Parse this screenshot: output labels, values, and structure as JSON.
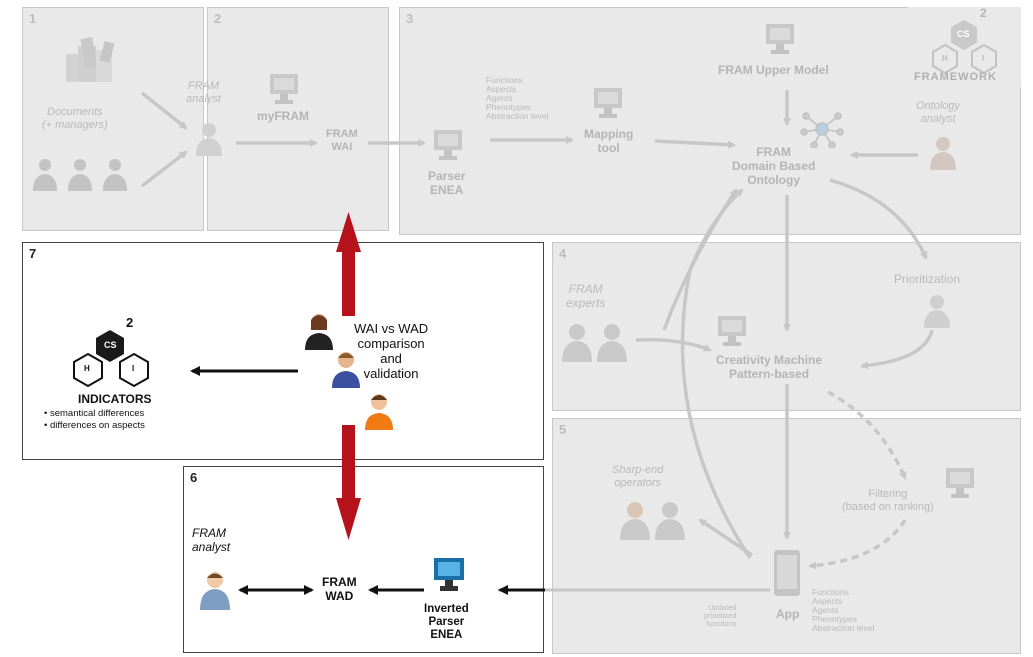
{
  "panel_numbers": {
    "p1": "1",
    "p2": "2",
    "p3": "3",
    "p4": "4",
    "p5": "5",
    "p6": "6",
    "p7": "7"
  },
  "framework": {
    "logo_center": "CS",
    "logo_left": "H",
    "logo_right": "I",
    "logo_sup": "2",
    "label": "FRAMEWORK"
  },
  "p1": {
    "documents_line1": "Documents",
    "documents_line2": "(+ managers)",
    "analyst_line1": "FRAM",
    "analyst_line2": "analyst"
  },
  "p2": {
    "myfram": "myFRAM",
    "fram_wai_line1": "FRAM",
    "fram_wai_line2": "WAI"
  },
  "p3": {
    "parser_line1": "Parser",
    "parser_line2": "ENEA",
    "attributes": [
      "Functions",
      "Aspects",
      "Agents",
      "Phenotypes",
      "Abstraction level"
    ],
    "mapping_line1": "Mapping",
    "mapping_line2": "tool",
    "upper_model": "FRAM Upper Model",
    "ontology_line1": "FRAM",
    "ontology_line2": "Domain Based",
    "ontology_line3": "Ontology",
    "ontology_analyst_line1": "Ontology",
    "ontology_analyst_line2": "analyst"
  },
  "p4": {
    "experts_line1": "FRAM",
    "experts_line2": "experts",
    "prioritization": "Prioritization",
    "creativity_line1": "Creativity Machine",
    "creativity_line2": "Pattern-based"
  },
  "p5": {
    "sharp_line1": "Sharp-end",
    "sharp_line2": "operators",
    "filtering_line1": "Filtering",
    "filtering_line2": "(based on ranking)",
    "app": "App",
    "updated_line1": "Updated",
    "updated_line2": "prioritized",
    "updated_line3": "functions",
    "app_attributes": [
      "Functions",
      "Aspects",
      "Agents",
      "Phenotypes",
      "Abstraction level"
    ]
  },
  "p6": {
    "analyst_line1": "FRAM",
    "analyst_line2": "analyst",
    "fram_wad_line1": "FRAM",
    "fram_wad_line2": "WAD",
    "inverted_line1": "Inverted",
    "inverted_line2": "Parser",
    "inverted_line3": "ENEA"
  },
  "p7": {
    "comparison_line1": "WAI vs WAD",
    "comparison_line2": "comparison",
    "comparison_line3": "and",
    "comparison_line4": "validation",
    "indicators": "INDICATORS",
    "bullets": [
      "• semantical differences",
      "• differences on aspects"
    ],
    "logo_center": "CS",
    "logo_left": "H",
    "logo_right": "I",
    "logo_sup": "2"
  },
  "colors": {
    "faded_text": "#b9b9b9",
    "panel_bg": "#e9e9e9",
    "highlight_arrow": "#b5121b",
    "active_text": "#111111"
  }
}
